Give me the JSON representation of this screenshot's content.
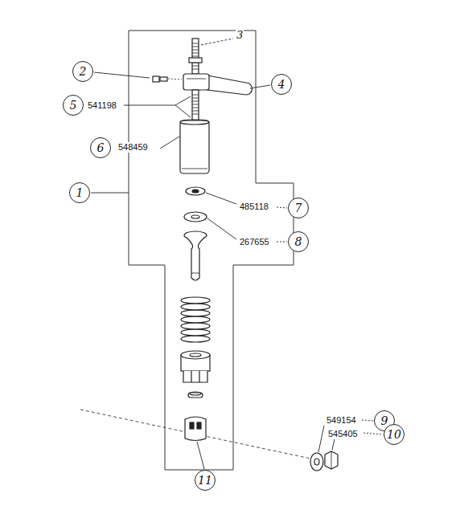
{
  "diagram": {
    "labels": [
      "2",
      "3",
      "4",
      "5",
      "541198",
      "6",
      "548459",
      "1",
      "485118",
      "7",
      "267655",
      "8",
      "549154",
      "9",
      "545405",
      "10",
      "11"
    ]
  }
}
